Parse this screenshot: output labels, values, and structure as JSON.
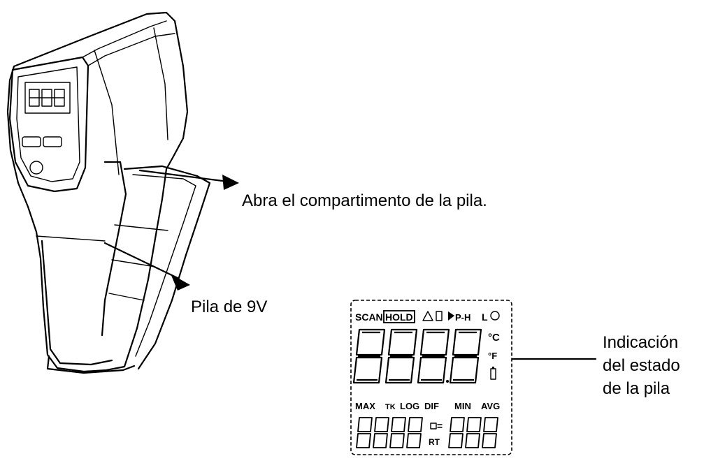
{
  "callouts": {
    "open_compartment": "Abra el compartimento de la pila.",
    "battery": "Pila de 9V",
    "battery_status": [
      "Indicación",
      "del estado",
      "de la pila"
    ]
  },
  "lcd": {
    "top_labels": {
      "scan": "SCAN",
      "hold": "HOLD",
      "ph": "P-H",
      "l": "L"
    },
    "units": {
      "celsius": "°C",
      "fahrenheit": "°F"
    },
    "mode_labels": {
      "max": "MAX",
      "tk": "TK",
      "log": "LOG",
      "dif": "DIF",
      "min": "MIN",
      "avg": "AVG"
    },
    "rt": "RT"
  },
  "colors": {
    "ink": "#000000",
    "paper": "#ffffff"
  }
}
